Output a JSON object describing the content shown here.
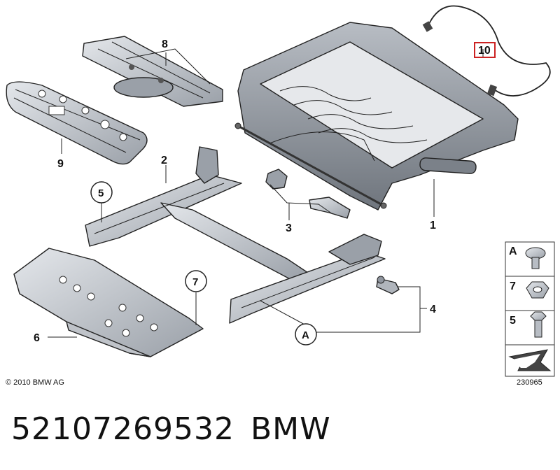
{
  "callouts": {
    "c1": "1",
    "c2": "2",
    "c3": "3",
    "c4": "4",
    "c6": "6",
    "c8": "8",
    "c9": "9",
    "c10": "10",
    "circle5": "5",
    "circle7": "7",
    "circleA": "A"
  },
  "legend": {
    "items": [
      {
        "label": "A",
        "icon": "torx-screw-icon"
      },
      {
        "label": "7",
        "icon": "hex-nut-icon"
      },
      {
        "label": "5",
        "icon": "hex-bolt-icon"
      }
    ],
    "arrow_icon": "direction-arrow-icon"
  },
  "copyright": "© 2010 BMW AG",
  "diagram_ref": "230965",
  "footer": {
    "part_number": "52107269532",
    "brand": "BMW"
  },
  "colors": {
    "highlight_box": "#cc2222",
    "part_fill": "#c8ccd2",
    "part_fill_dark": "#8f959e"
  }
}
